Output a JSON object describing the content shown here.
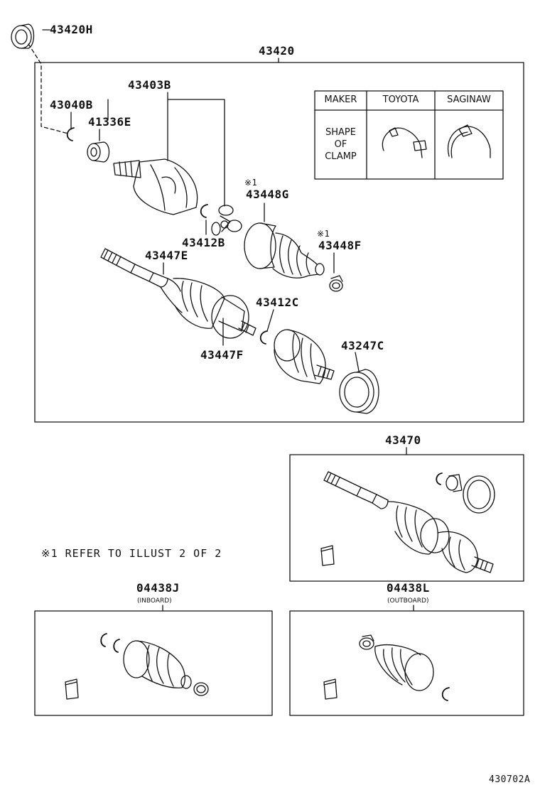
{
  "labels": {
    "p43420H": "43420H",
    "p43420": "43420",
    "p43403B": "43403B",
    "p43040B": "43040B",
    "p41336E": "41336E",
    "p43448G": "43448G",
    "p43412B": "43412B",
    "p43448F": "43448F",
    "p43447E": "43447E",
    "p43412C": "43412C",
    "p43247C": "43247C",
    "p43447F": "43447F",
    "p43470": "43470",
    "p04438J": "04438J",
    "p04438L": "04438L",
    "inboard": "(INBOARD)",
    "outboard": "(OUTBOARD)",
    "ref_mark": "※1",
    "note": "※1 REFER TO ILLUST 2 OF 2",
    "code": "430702A"
  },
  "clamp_table": {
    "headers": [
      "MAKER",
      "TOYOTA",
      "SAGINAW"
    ],
    "row_label_lines": [
      "SHAPE",
      "OF",
      "CLAMP"
    ]
  }
}
